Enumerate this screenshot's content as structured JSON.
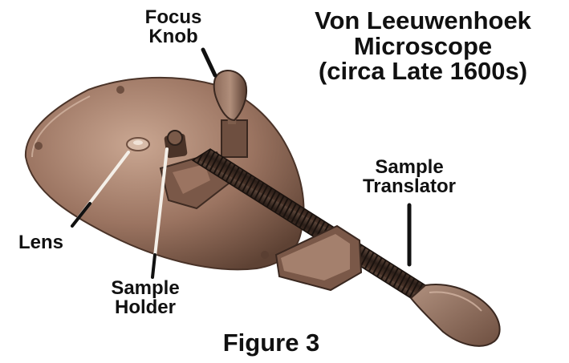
{
  "title": {
    "line1": "Von Leeuwenhoek",
    "line2": "Microscope",
    "line3": "(circa Late 1600s)"
  },
  "labels": {
    "focus_knob": {
      "line1": "Focus",
      "line2": "Knob"
    },
    "sample_translator": {
      "line1": "Sample",
      "line2": "Translator"
    },
    "lens": "Lens",
    "sample_holder": {
      "line1": "Sample",
      "line2": "Holder"
    }
  },
  "caption": "Figure 3",
  "colors": {
    "background": "#ffffff",
    "brass_light": "#b8927a",
    "brass_mid": "#8a6450",
    "brass_dark": "#4a3328",
    "screw_dark": "#2e211b",
    "text": "#111111",
    "leader_light": "#f4efe8",
    "leader_dark": "#111111"
  }
}
